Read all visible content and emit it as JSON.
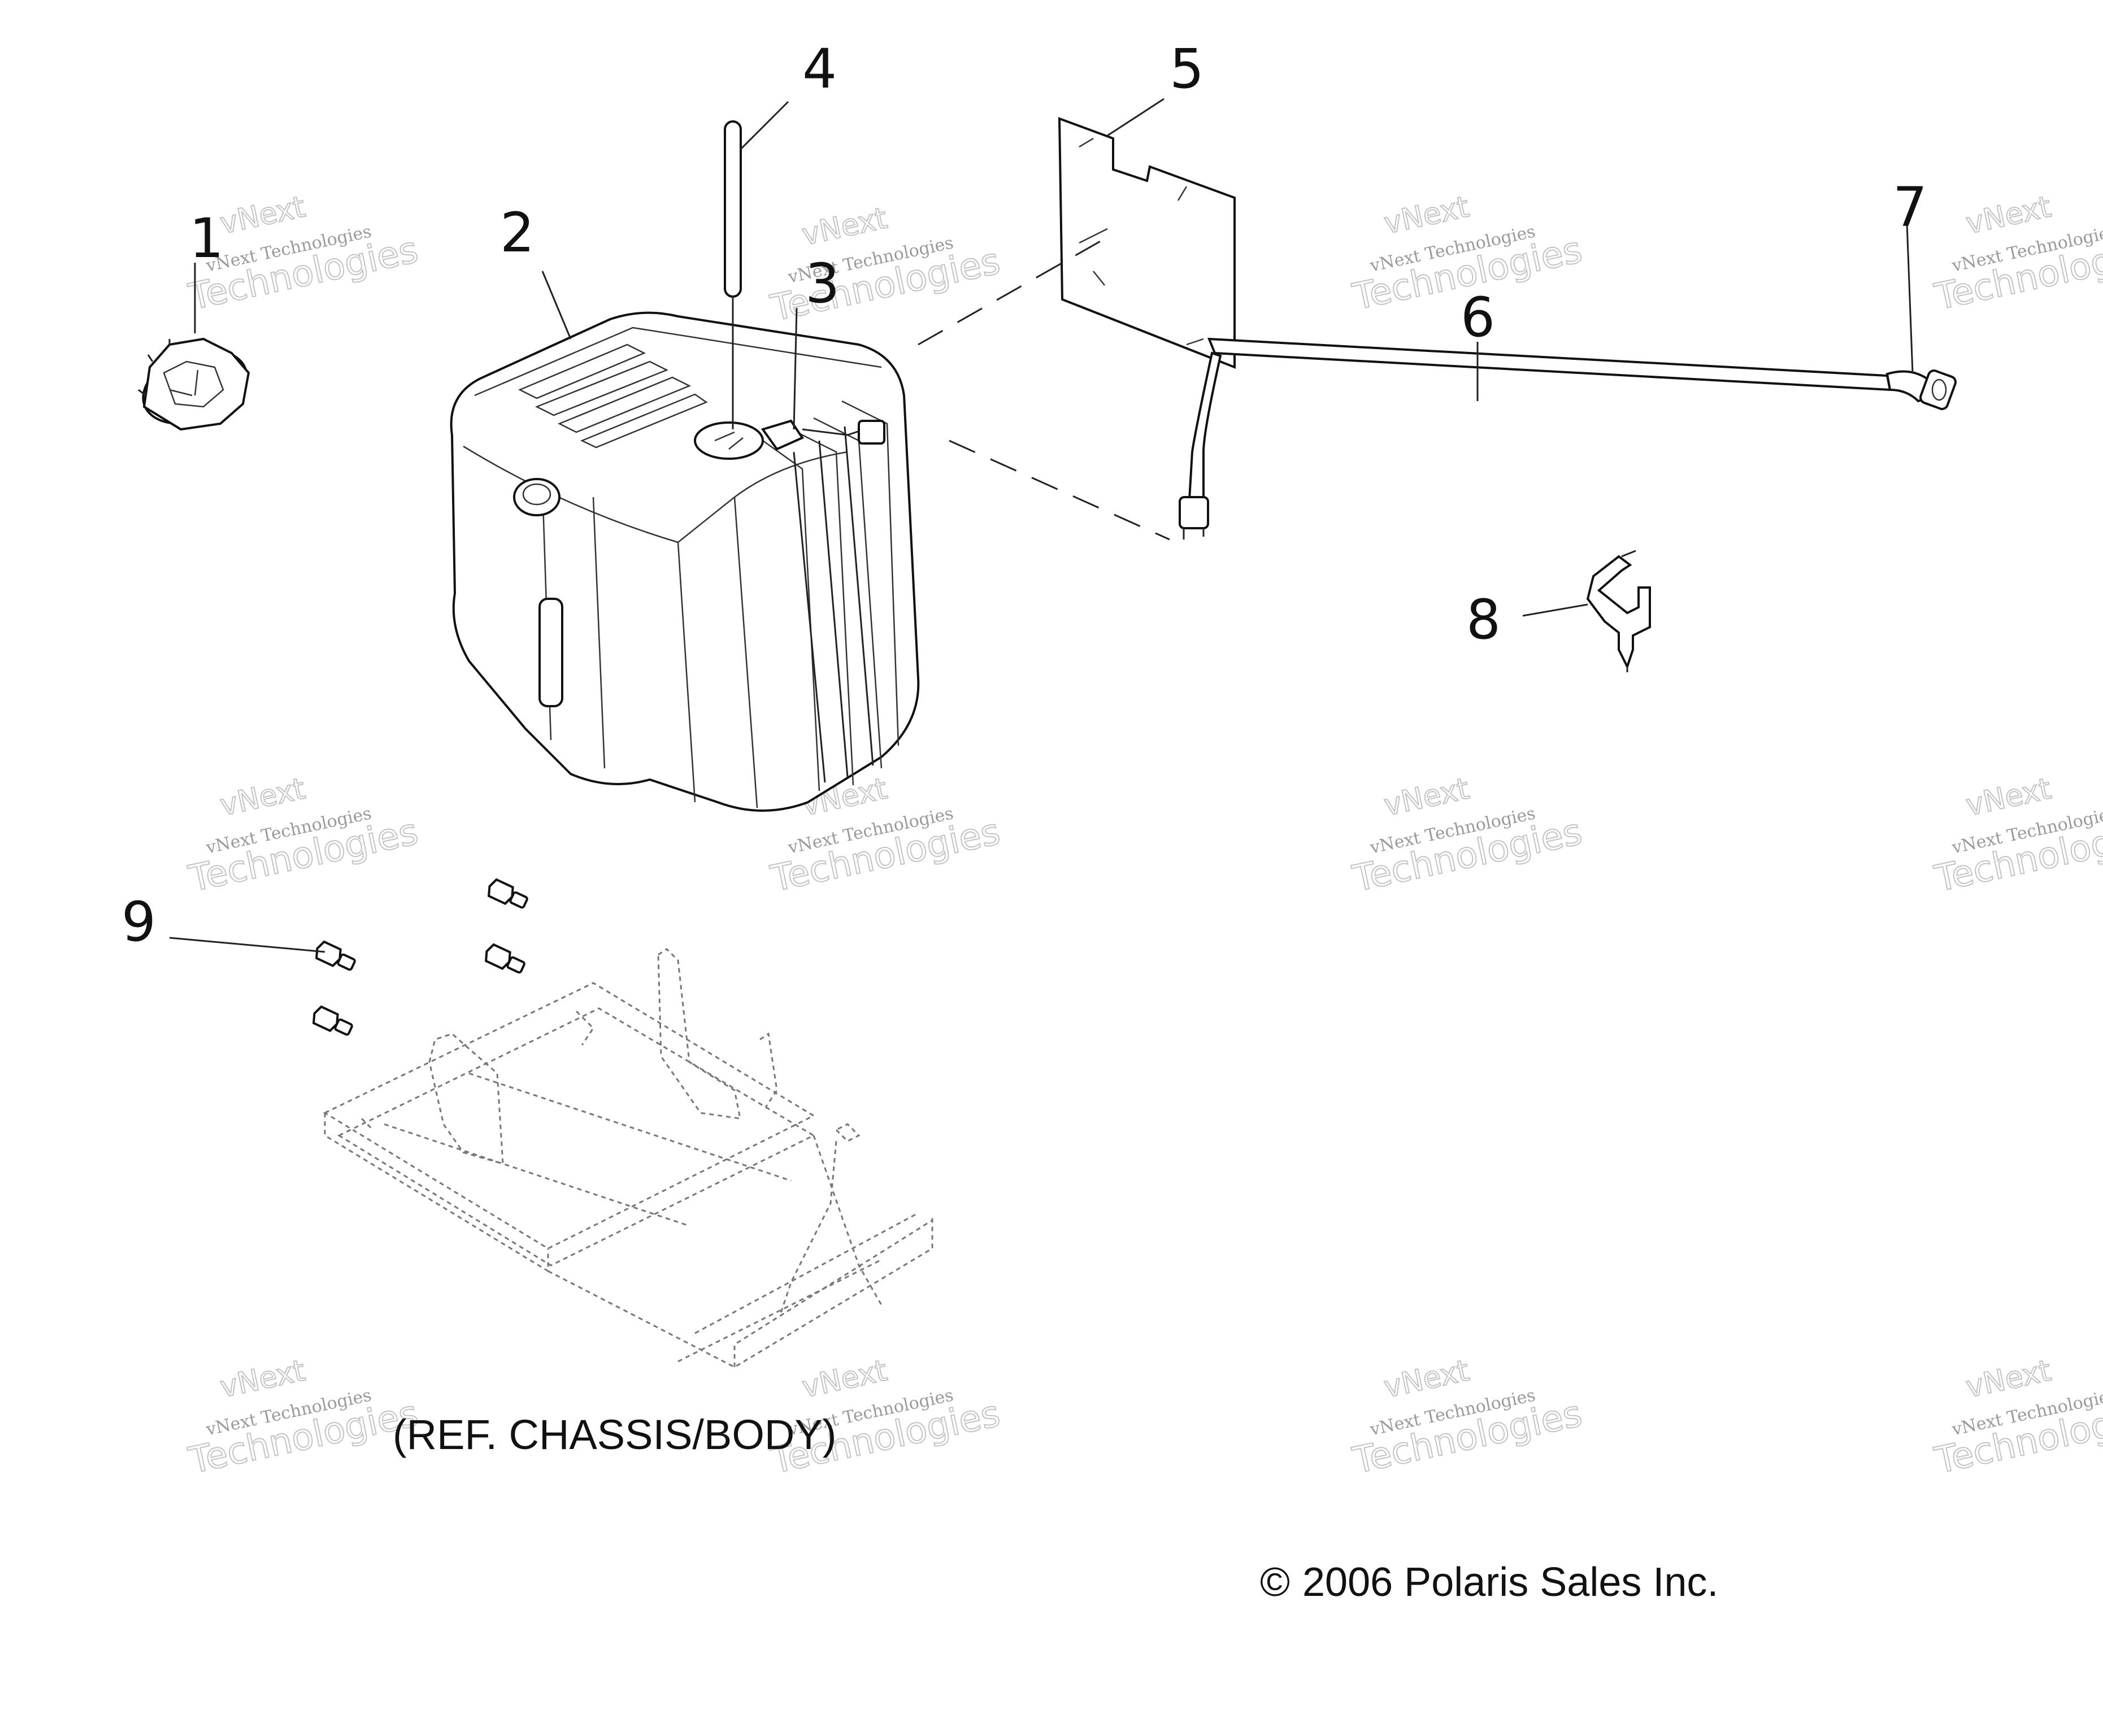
{
  "callouts": [
    "1",
    "2",
    "3",
    "4",
    "5",
    "6",
    "7",
    "8",
    "9"
  ],
  "caption": "(REF. CHASSIS/BODY)",
  "copyright_symbol": "©",
  "copyright": "2006 Polaris Sales Inc.",
  "watermark": {
    "line1": "vNext Technologies",
    "line2": "Technologies",
    "line3": "vNext"
  }
}
